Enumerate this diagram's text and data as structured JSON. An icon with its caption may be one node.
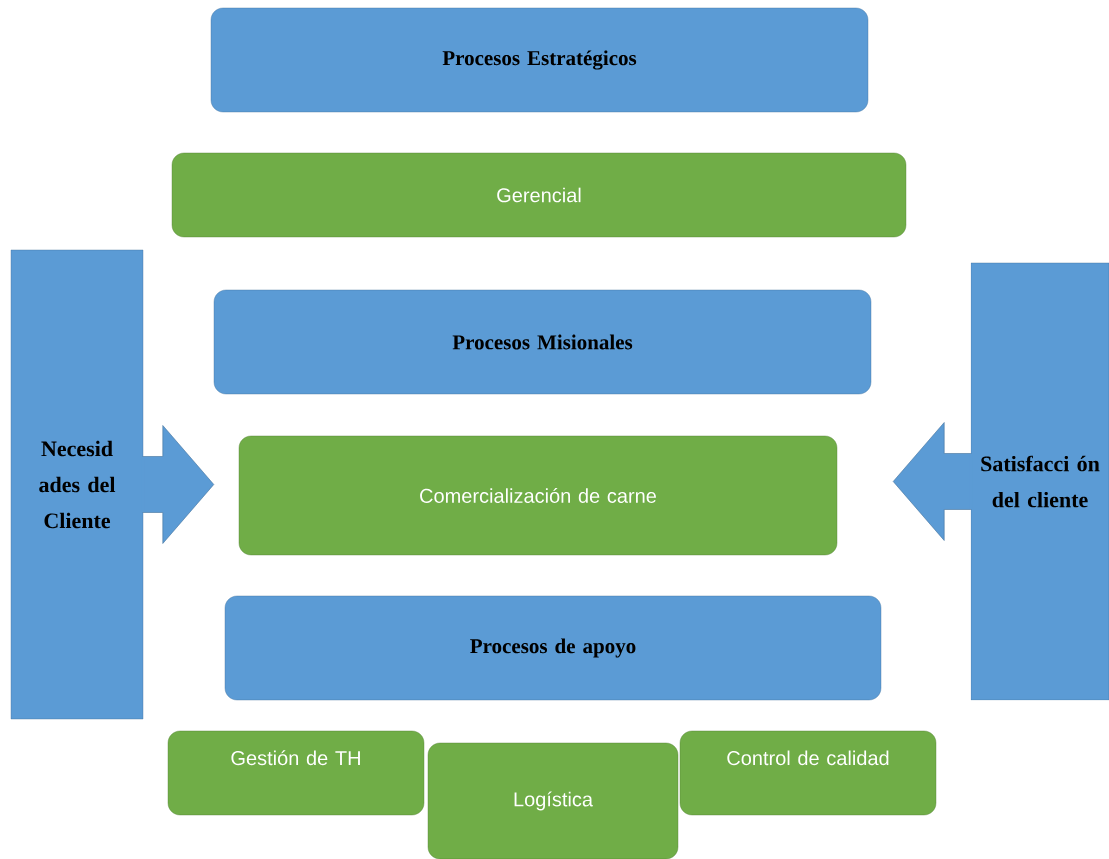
{
  "diagram": {
    "nodes": [
      {
        "text": [
          "Procesos Estratégicos"
        ]
      },
      {
        "text": [
          "Gerencial"
        ]
      },
      {
        "text": [
          "Procesos Misionales"
        ]
      },
      {
        "text": [
          "Comercialización de carne"
        ]
      },
      {
        "text": [
          "Procesos de apoyo"
        ]
      },
      {
        "text": [
          "Gestión de TH"
        ]
      },
      {
        "text": [
          "Logística"
        ]
      },
      {
        "text": [
          "Control de calidad"
        ]
      },
      {
        "text": [
          "Necesid ades del Cliente"
        ]
      },
      {
        "text": [
          "Satisfacci ón del cliente"
        ]
      }
    ],
    "edges": [
      {
        "from": 8,
        "to": 3,
        "arrow": "to"
      },
      {
        "from": 9,
        "to": 3,
        "arrow": "to"
      }
    ]
  }
}
